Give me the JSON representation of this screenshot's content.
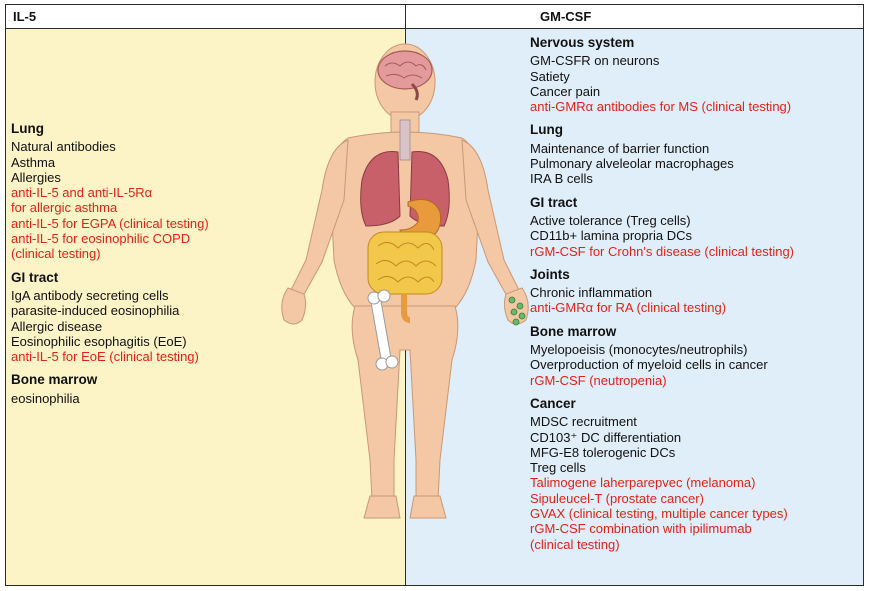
{
  "left_panel": {
    "title": "IL-5",
    "sections": [
      {
        "title": "Lung",
        "items": [
          {
            "text": "Natural antibodies",
            "red": false
          },
          {
            "text": "Asthma",
            "red": false
          },
          {
            "text": "Allergies",
            "red": false
          },
          {
            "text": "anti-IL-5 and anti-IL-5Rα",
            "red": true
          },
          {
            "text": "for allergic asthma",
            "red": true
          },
          {
            "text": "anti-IL-5 for EGPA (clinical testing)",
            "red": true
          },
          {
            "text": "anti-IL-5 for eosinophilic COPD",
            "red": true
          },
          {
            "text": "(clinical testing)",
            "red": true
          }
        ]
      },
      {
        "title": "GI tract",
        "items": [
          {
            "text": "IgA antibody secreting cells",
            "red": false
          },
          {
            "text": "parasite-induced eosinophilia",
            "red": false
          },
          {
            "text": "Allergic disease",
            "red": false
          },
          {
            "text": "Eosinophilic esophagitis (EoE)",
            "red": false
          },
          {
            "text": "anti-IL-5 for EoE (clinical testing)",
            "red": true
          }
        ]
      },
      {
        "title": "Bone marrow",
        "items": [
          {
            "text": "eosinophilia",
            "red": false
          }
        ]
      }
    ]
  },
  "right_panel": {
    "title": "GM-CSF",
    "sections": [
      {
        "title": "Nervous system",
        "items": [
          {
            "text": "GM-CSFR on neurons",
            "red": false
          },
          {
            "text": "Satiety",
            "red": false
          },
          {
            "text": "Cancer pain",
            "red": false
          },
          {
            "text": "anti-GMRα antibodies for MS (clinical testing)",
            "red": true
          }
        ]
      },
      {
        "title": "Lung",
        "items": [
          {
            "text": "Maintenance of barrier function",
            "red": false
          },
          {
            "text": "Pulmonary alveleolar macrophages",
            "red": false
          },
          {
            "text": "IRA B cells",
            "red": false
          }
        ]
      },
      {
        "title": "GI tract",
        "items": [
          {
            "text": "Active tolerance (Treg cells)",
            "red": false
          },
          {
            "text": "CD11b+ lamina propria DCs",
            "red": false
          },
          {
            "text": "rGM-CSF for Crohn's disease (clinical testing)",
            "red": true
          }
        ]
      },
      {
        "title": "Joints",
        "items": [
          {
            "text": "Chronic inflammation",
            "red": false
          },
          {
            "text": "anti-GMRα for RA (clinical testing)",
            "red": true
          }
        ]
      },
      {
        "title": "Bone marrow",
        "items": [
          {
            "text": "Myelopoeisis (monocytes/neutrophils)",
            "red": false
          },
          {
            "text": "Overproduction of myeloid cells in cancer",
            "red": false
          },
          {
            "text": "rGM-CSF (neutropenia)",
            "red": true
          }
        ]
      },
      {
        "title": "Cancer",
        "items": [
          {
            "text": "MDSC recruitment",
            "red": false
          },
          {
            "text": "CD103⁺ DC differentiation",
            "red": false
          },
          {
            "text": "MFG-E8 tolerogenic DCs",
            "red": false
          },
          {
            "text": "Treg cells",
            "red": false
          },
          {
            "text": "Talimogene laherparepvec (melanoma)",
            "red": true
          },
          {
            "text": "Sipuleucel-T (prostate cancer)",
            "red": true
          },
          {
            "text": "GVAX (clinical testing, multiple cancer types)",
            "red": true
          },
          {
            "text": "rGM-CSF combination with ipilimumab",
            "red": true
          },
          {
            "text": "(clinical testing)",
            "red": true
          }
        ]
      }
    ]
  },
  "colors": {
    "left_bg": "#fcf3c6",
    "right_bg": "#dfeef8",
    "red_text": "#e2231a",
    "skin": "#f4c8a4",
    "brain": "#e39a9a",
    "lung": "#c8606a",
    "stomach": "#e89a3c",
    "intestine": "#f2c84a"
  },
  "icons": [
    "human-body-illustration",
    "brain-icon",
    "lungs-icon",
    "stomach-icon",
    "intestine-icon",
    "bone-icon",
    "joints-icon"
  ]
}
